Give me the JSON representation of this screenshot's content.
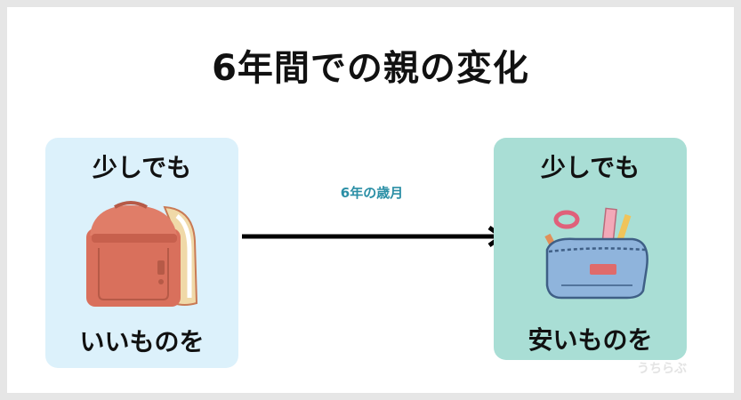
{
  "diagram": {
    "title": "6年間での親の変化",
    "arrow_label": "6年の歳月",
    "left_card": {
      "top_text": "少しでも",
      "bottom_text": "いいものを",
      "illustration": "randoseru-backpack"
    },
    "right_card": {
      "top_text": "少しでも",
      "bottom_text": "安いものを",
      "illustration": "pencil-case"
    },
    "watermark": "うちらぶ"
  },
  "colors": {
    "left_card_bg": "#dcf1fb",
    "right_card_bg": "#a9ded5",
    "arrow_label": "#2b8fa6",
    "backpack": "#d9705c",
    "pencil_case": "#8fb4dc"
  }
}
